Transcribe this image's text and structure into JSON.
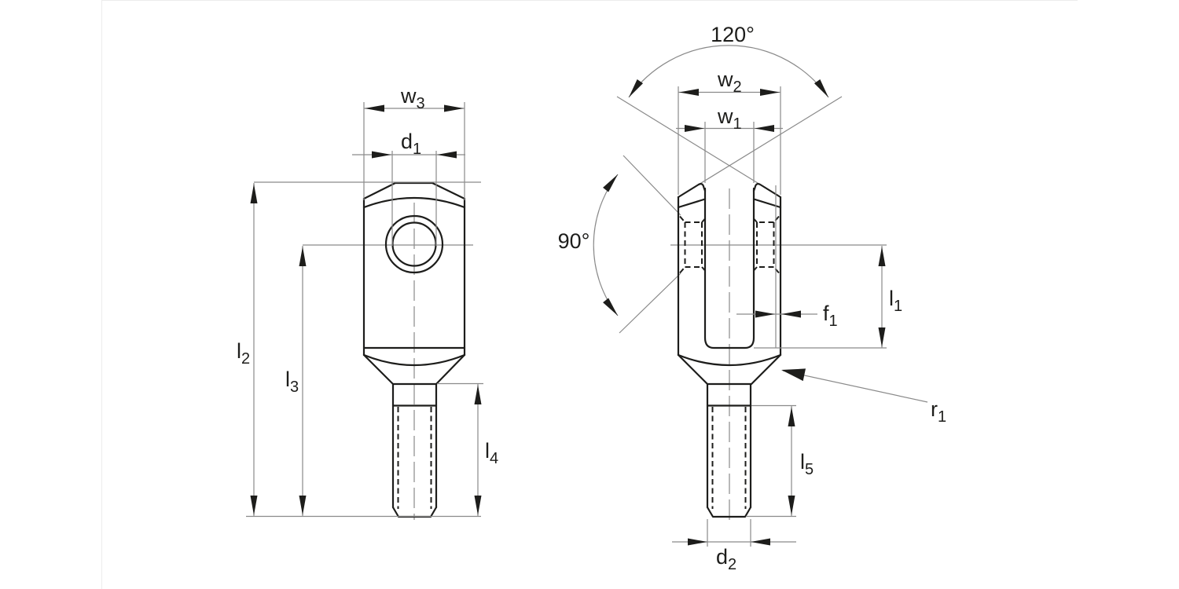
{
  "colors": {
    "background": "#ffffff",
    "panel_border": "#ececec",
    "outline": "#1d1d1b",
    "dimension": "#8a8a8a",
    "text": "#1d1d1b"
  },
  "drawing": {
    "side_view": {
      "labels": {
        "w3": {
          "base": "w",
          "sub": "3"
        },
        "d1": {
          "base": "d",
          "sub": "1"
        },
        "l2": {
          "base": "l",
          "sub": "2"
        },
        "l3": {
          "base": "l",
          "sub": "3"
        },
        "l4": {
          "base": "l",
          "sub": "4"
        }
      }
    },
    "front_view": {
      "labels": {
        "top_angle": "120°",
        "w2": {
          "base": "w",
          "sub": "2"
        },
        "w1": {
          "base": "w",
          "sub": "1"
        },
        "side_angle": "90°",
        "f1": {
          "base": "f",
          "sub": "1"
        },
        "l1": {
          "base": "l",
          "sub": "1"
        },
        "r1": {
          "base": "r",
          "sub": "1"
        },
        "l5": {
          "base": "l",
          "sub": "5"
        },
        "d2": {
          "base": "d",
          "sub": "2"
        }
      }
    }
  }
}
